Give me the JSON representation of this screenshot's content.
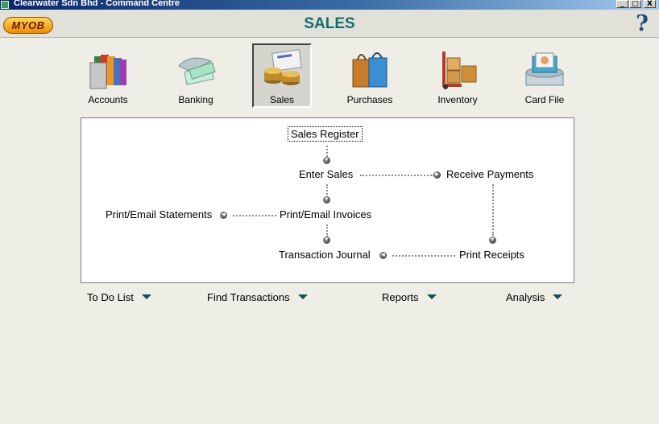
{
  "window": {
    "title": "Clearwater Sdn Bhd - Command Centre",
    "minimize": "_",
    "maximize": "□",
    "close": "X"
  },
  "header": {
    "logo": "MYOB",
    "title": "SALES",
    "help": "?"
  },
  "modules": [
    {
      "label": "Accounts",
      "selected": false
    },
    {
      "label": "Banking",
      "selected": false
    },
    {
      "label": "Sales",
      "selected": true
    },
    {
      "label": "Purchases",
      "selected": false
    },
    {
      "label": "Inventory",
      "selected": false
    },
    {
      "label": "Card File",
      "selected": false
    }
  ],
  "flow": {
    "sales_register": "Sales Register",
    "enter_sales": "Enter Sales",
    "receive_payments": "Receive Payments",
    "print_email_statements": "Print/Email Statements",
    "print_email_invoices": "Print/Email Invoices",
    "transaction_journal": "Transaction Journal",
    "print_receipts": "Print Receipts"
  },
  "bottom": {
    "todo": "To Do List",
    "find": "Find Transactions",
    "reports": "Reports",
    "analysis": "Analysis"
  }
}
